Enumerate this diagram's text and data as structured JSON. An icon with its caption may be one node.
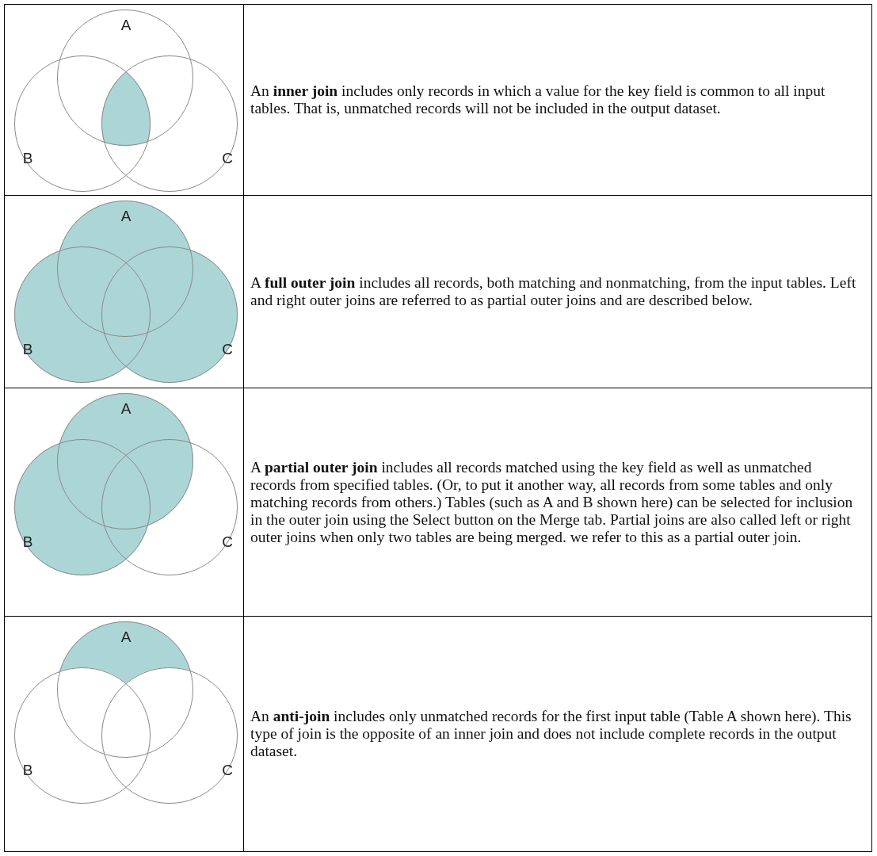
{
  "diagram": {
    "nodes": [
      {
        "text": [
          "A"
        ]
      },
      {
        "text": [
          "B"
        ]
      },
      {
        "text": [
          "C"
        ]
      },
      {
        "text": [
          "A"
        ]
      },
      {
        "text": [
          "B"
        ]
      },
      {
        "text": [
          "C"
        ]
      },
      {
        "text": [
          "A"
        ]
      },
      {
        "text": [
          "B"
        ]
      },
      {
        "text": [
          "C"
        ]
      },
      {
        "text": [
          "A"
        ]
      },
      {
        "text": [
          "B"
        ]
      },
      {
        "text": [
          "C"
        ]
      }
    ],
    "labels": [
      "An **inner join** includes only records in which a value for the key field is common to all input tables. That is, unmatched records will not be included in the output dataset.",
      "A **full outer join** includes all records, both matching and nonmatching, from the input tables. Left and right outer joins are referred to as partial outer joins and are described below.",
      "A **partial outer join** includes all records matched using the key field as well as unmatched records from specified tables. (Or, to put it another way, all records from some tables and only matching records from others.) Tables (such as A and B shown here) can be selected for inclusion in the outer join using the Select button on the Merge tab. Partial joins are also called left or right outer joins when only two tables are being merged. we refer to this as a partial outer join.",
      "An **anti-join** includes only unmatched records for the first input table (Table A shown here).  This type of join is the opposite of an inner join and does not include complete records in the output dataset."
    ]
  }
}
